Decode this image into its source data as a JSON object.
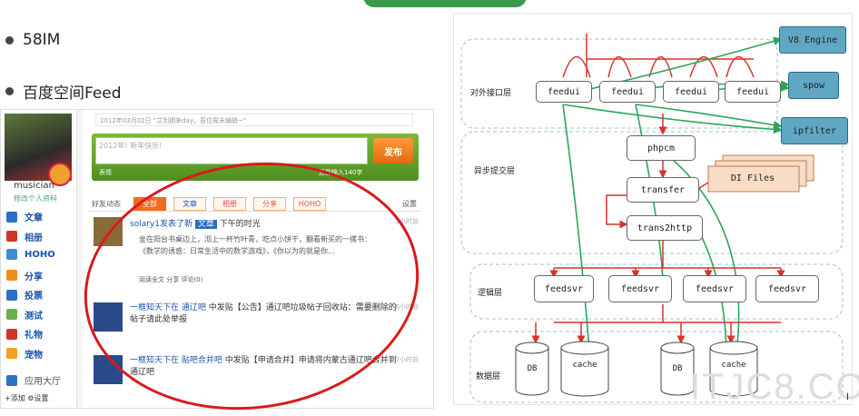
{
  "slide": {
    "bullets": [
      "58IM",
      "百度空间Feed"
    ]
  },
  "space_ui": {
    "user": {
      "name": "musician",
      "edit_profile": "修改个人资料"
    },
    "menu": [
      {
        "label": "文章",
        "color": "#2a6fc8"
      },
      {
        "label": "相册",
        "color": "#d2332b"
      },
      {
        "label": "HOHO",
        "color": "#3a8fd8"
      },
      {
        "label": "分享",
        "color": "#f08a1a"
      },
      {
        "label": "投票",
        "color": "#2a6fc8"
      },
      {
        "label": "测试",
        "color": "#6ab04c"
      },
      {
        "label": "礼物",
        "color": "#d2332b"
      },
      {
        "label": "宠物",
        "color": "#f0a020"
      },
      {
        "label": "应用大厅",
        "color": "#2a6fc8"
      }
    ],
    "side_footer": "+添加  ⚙设置",
    "date_line": "2012年03月02日 \"艾到拥来day，吾位周末编辑~\"",
    "compose": {
      "placeholder": "2012年! 新年快乐!",
      "publish_label": "发布",
      "sub": "表情",
      "count_text": "还能输入140字"
    },
    "feed_tabs": {
      "label": "好友动态",
      "tabs": [
        "全部",
        "文章",
        "相册",
        "分享",
        "HOHO"
      ],
      "active": 0,
      "settings": "设置"
    },
    "feed_items": [
      {
        "title_user": "solary1发表了新",
        "title_tag": "文章",
        "title_rest": "下午的时光",
        "time": "1小时前",
        "body": "坐在阳台书桌边上，沏上一杯竹叶青，吃点小饼干，翻看新买的一摞书：《数学的诱惑：日常生活中的数学游戏》，《你以为的就是你...",
        "actions": "阅读全文  分享  评论(0)"
      },
      {
        "title_user": "一框知天下在",
        "title_tag": "通辽吧",
        "title_rest": "中发贴【公告】通辽吧垃圾帖子回收站：需要删除的帖子请此处举报",
        "time": "6小时前",
        "body": "",
        "actions": ""
      },
      {
        "title_user": "一框知天下在",
        "title_tag": "贴吧合并吧",
        "title_rest": "中发贴【申请合并】申请将内蒙古通辽吧合并到通辽吧",
        "time": "7小时前",
        "body": "",
        "actions": ""
      }
    ]
  },
  "diagram": {
    "layers": [
      {
        "label": "对外接口层",
        "nodes": [
          "feedui",
          "feedui",
          "feedui",
          "feedui"
        ]
      },
      {
        "label": "异步提交层",
        "nodes": [
          "phpcm",
          "transfer",
          "trans2http"
        ]
      },
      {
        "label": "逻辑层",
        "nodes": [
          "feedsvr",
          "feedsvr",
          "feedsvr",
          "feedsvr"
        ]
      },
      {
        "label": "数据层",
        "nodes": [
          "DB",
          "cache",
          "DB",
          "cache"
        ]
      }
    ],
    "external_services": [
      "V8 Engine",
      "spow",
      "ipfilter"
    ],
    "di_files": "DI Files",
    "colors": {
      "teal_box": "#5fa7c4",
      "orange_box": "#f7dcc6",
      "green_line": "#2aa65a",
      "red_line": "#d9322a"
    }
  },
  "watermark": "ITJC8.CO"
}
